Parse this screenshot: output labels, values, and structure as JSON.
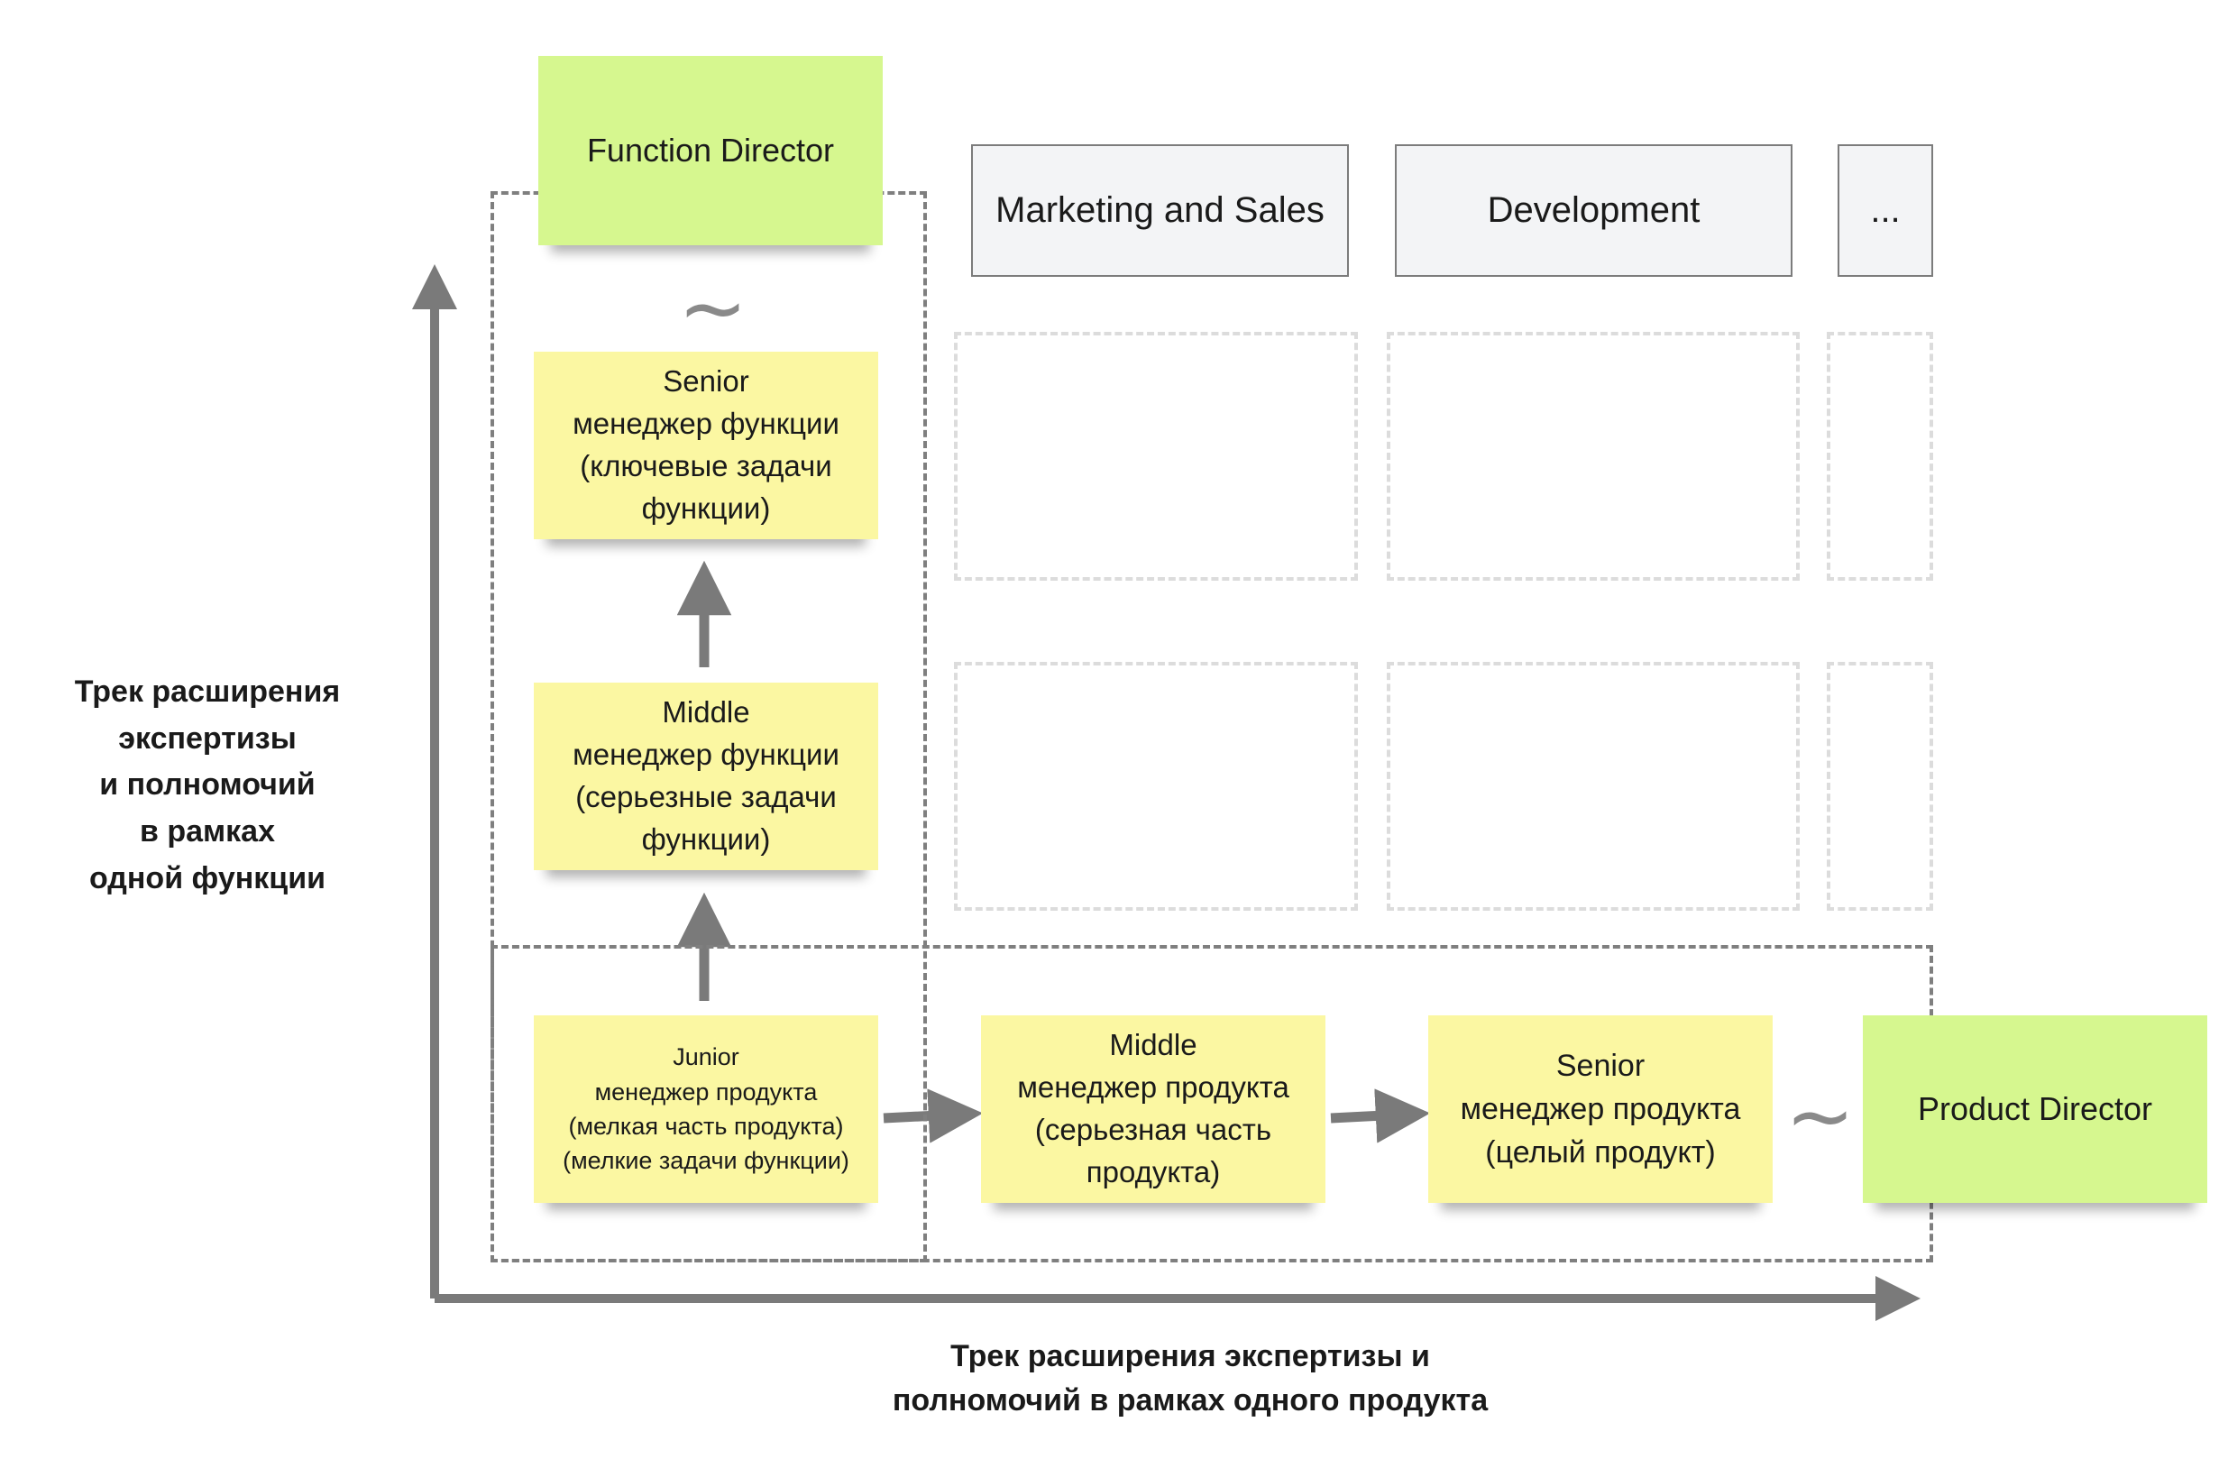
{
  "function_director": "Function Director",
  "product_director": "Product Director",
  "functions": [
    "Marketing and Sales",
    "Development",
    "..."
  ],
  "senior_function": [
    "Senior",
    "менеджер функции",
    "(ключевые задачи",
    "функции)"
  ],
  "middle_function": [
    "Middle",
    "менеджер функции",
    "(серьезные задачи",
    "функции)"
  ],
  "junior_product": [
    "Junior",
    "менеджер продукта",
    "(мелкая часть продукта)",
    "(мелкие задачи функции)"
  ],
  "middle_product": [
    "Middle",
    "менеджер продукта",
    "(серьезная часть",
    "продукта)"
  ],
  "senior_product": [
    "Senior",
    "менеджер продукта",
    "(целый продукт)"
  ],
  "vertical_axis_label": [
    "Трек расширения",
    "экспертизы",
    "и полномочий",
    "в рамках",
    "одной функции"
  ],
  "horizontal_axis_label": [
    "Трек расширения экспертизы и",
    "полномочий в рамках одного продукта"
  ],
  "equivalence_symbol": "~",
  "colors": {
    "sticky_yellow": "#fbf7a2",
    "sticky_green": "#d6f78f",
    "header_fill": "#f3f4f6",
    "arrow_gray": "#7a7a7a"
  }
}
